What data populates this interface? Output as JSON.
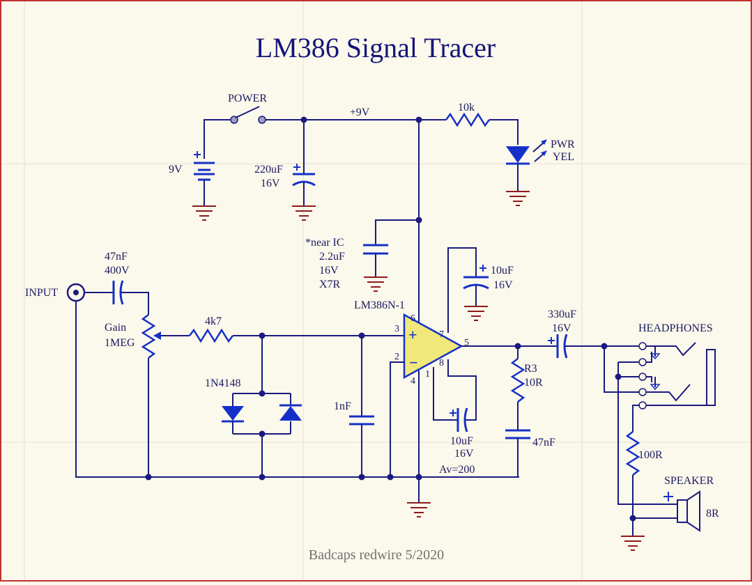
{
  "title": "LM386 Signal Tracer",
  "footer": "Badcaps redwire 5/2020",
  "colors": {
    "background": "#fbf8ec",
    "wire": "#1a1a80",
    "component": "#1530c8",
    "ground": "#8b1a1a",
    "amp_fill": "#f0e87a",
    "border": "#c03030"
  },
  "labels": {
    "power_switch": "POWER",
    "supply_net": "+9V",
    "battery": "9V",
    "cap_220_value": "220uF",
    "cap_220_voltage": "16V",
    "resistor_10k": "10k",
    "led_name": "PWR",
    "led_color": "YEL",
    "bypass_note": "*near IC",
    "bypass_value": "2.2uF",
    "bypass_voltage": "16V",
    "bypass_type": "X7R",
    "input": "INPUT",
    "input_cap_value": "47nF",
    "input_cap_voltage": "400V",
    "pot_name": "Gain",
    "pot_value": "1MEG",
    "resistor_4k7": "4k7",
    "diodes": "1N4148",
    "cap_1nf": "1nF",
    "ic_name": "LM386N-1",
    "cap_pin7_value": "10uF",
    "cap_pin7_voltage": "16V",
    "cap_gain_value": "10uF",
    "cap_gain_voltage": "16V",
    "gain_note": "Av=200",
    "r3_name": "R3",
    "r3_value": "10R",
    "zobel_cap": "47nF",
    "out_cap_value": "330uF",
    "out_cap_voltage": "16V",
    "headphones": "HEADPHONES",
    "resistor_100r": "100R",
    "speaker": "SPEAKER",
    "speaker_value": "8R",
    "pins": {
      "p3": "3",
      "p2": "2",
      "p4": "4",
      "p6": "6",
      "p7": "7",
      "p1": "1",
      "p8": "8",
      "p5": "5"
    },
    "plus_sign": "+",
    "minus_sign": "−"
  }
}
